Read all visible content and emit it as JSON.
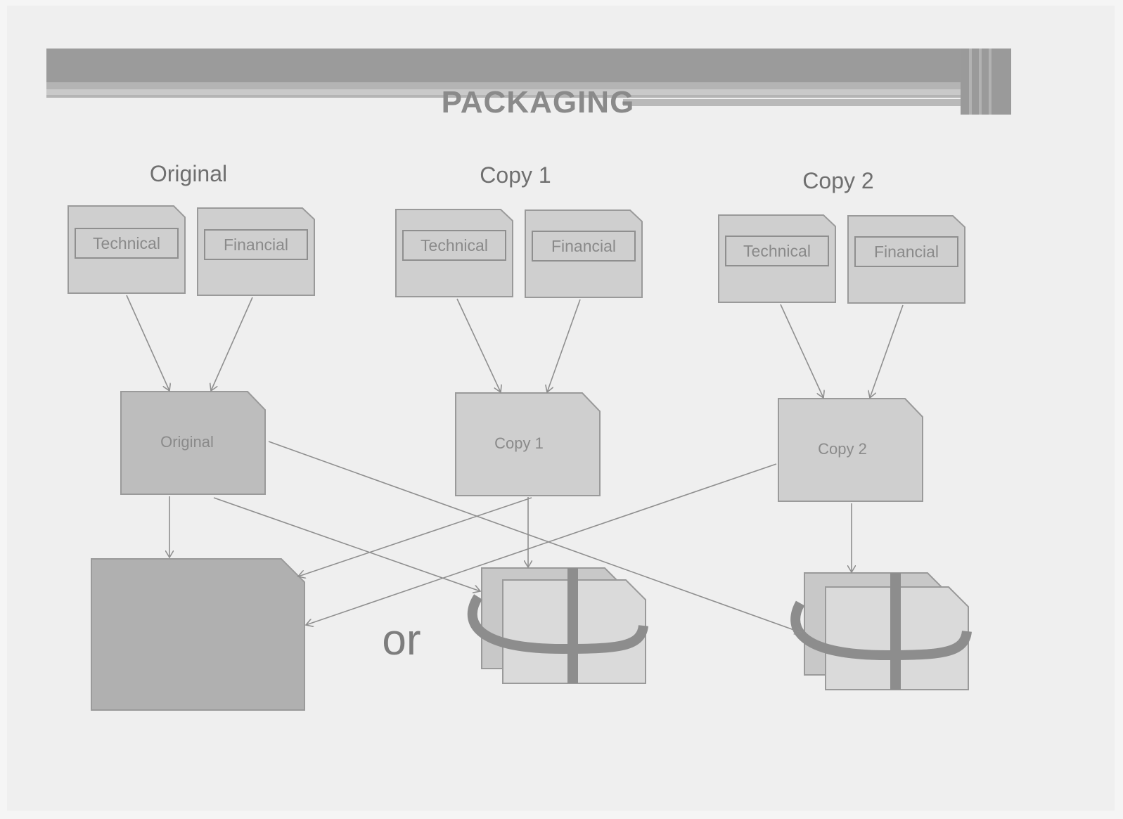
{
  "title": "PACKAGING",
  "groups": [
    {
      "heading": "Original",
      "documents": [
        "Technical",
        "Financial"
      ],
      "envelope_label": "Original"
    },
    {
      "heading": "Copy 1",
      "documents": [
        "Technical",
        "Financial"
      ],
      "envelope_label": "Copy 1"
    },
    {
      "heading": "Copy 2",
      "documents": [
        "Technical",
        "Financial"
      ],
      "envelope_label": "Copy 2"
    }
  ],
  "or_label": "or",
  "colors": {
    "banner_dark": "#9b9b9b",
    "banner_light": "#c8c8c8",
    "paper": "#cfcfcf",
    "envelope": "#bdbdbd",
    "outer_envelope": "#b0b0b0",
    "arrow": "#8f8f8f",
    "strap": "#8d8d8d"
  }
}
